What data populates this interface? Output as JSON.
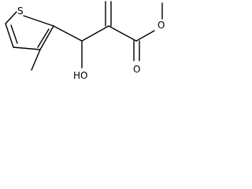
{
  "atoms": {
    "sulfur": "S",
    "hydroxyl": "HO",
    "carbonyl_oxygen": "O",
    "ester_oxygen": "O"
  },
  "colors": {
    "bond": "#000000",
    "text": "#000000",
    "background": "#ffffff"
  }
}
